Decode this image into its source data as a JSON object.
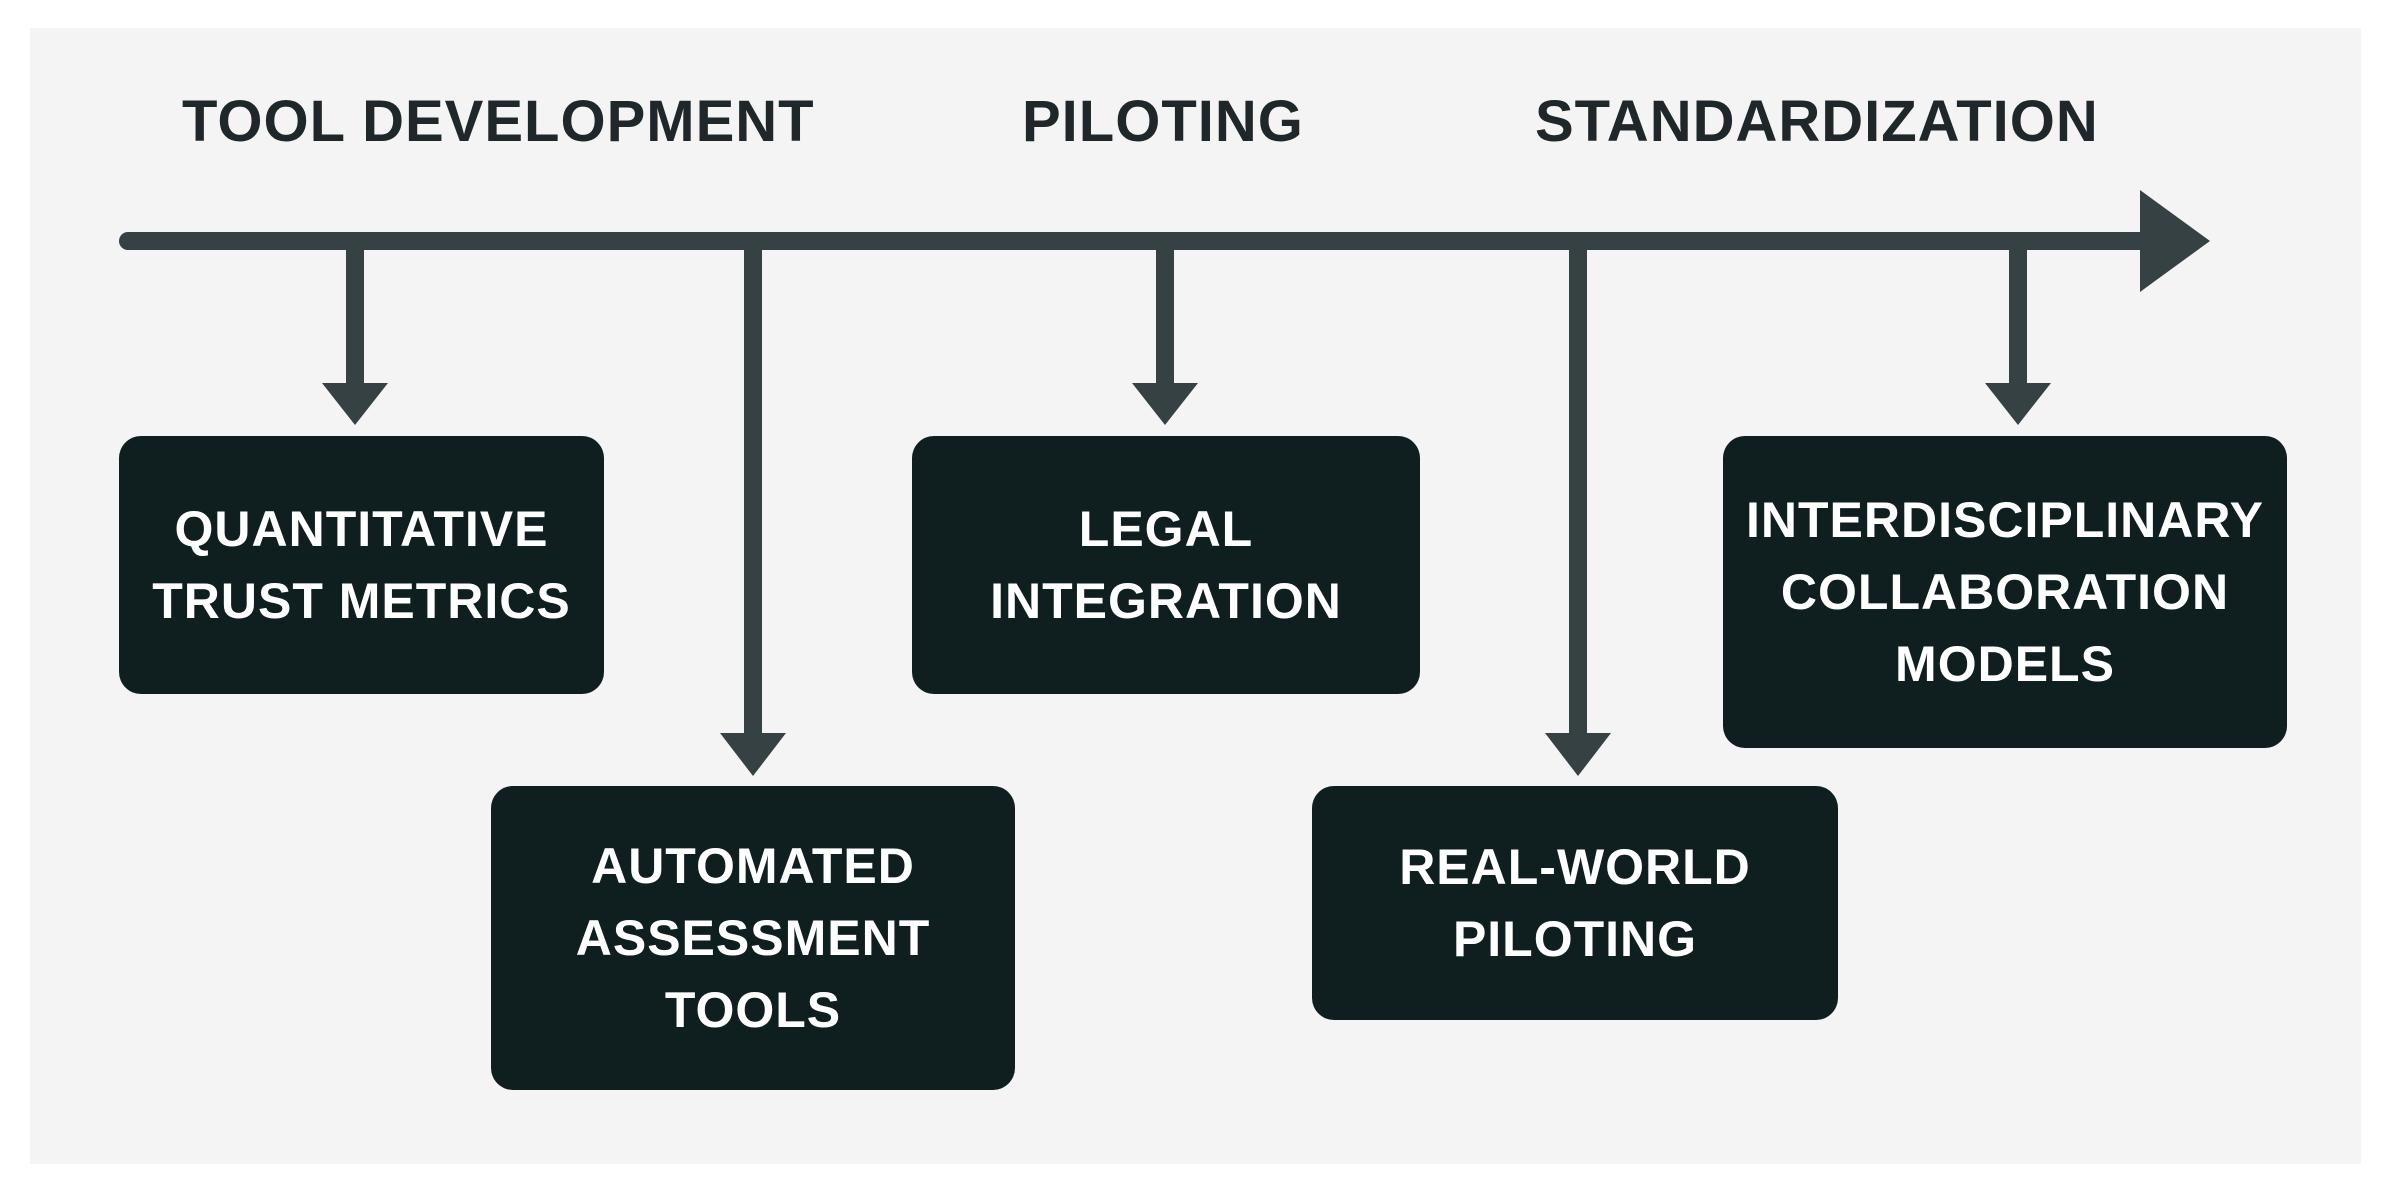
{
  "phases": [
    "TOOL DEVELOPMENT",
    "PILOTING",
    "STANDARDIZATION"
  ],
  "boxes": [
    {
      "lines": [
        "QUANTITATIVE",
        "TRUST METRICS"
      ]
    },
    {
      "lines": [
        "AUTOMATED",
        "ASSESSMENT",
        "TOOLS"
      ]
    },
    {
      "lines": [
        "LEGAL",
        "INTEGRATION"
      ]
    },
    {
      "lines": [
        "REAL-WORLD",
        "PILOTING"
      ]
    },
    {
      "lines": [
        "INTERDISCIPLINARY",
        "COLLABORATION",
        "MODELS"
      ]
    }
  ],
  "colors": {
    "panel_background": "#f4f4f4",
    "arrow": "#364143",
    "box_fill": "#0f1f20",
    "box_text": "#ffffff",
    "phase_text": "#1f272a"
  },
  "icons": {
    "timeline": "right-arrow-icon",
    "connectors": "down-arrow-icon"
  }
}
